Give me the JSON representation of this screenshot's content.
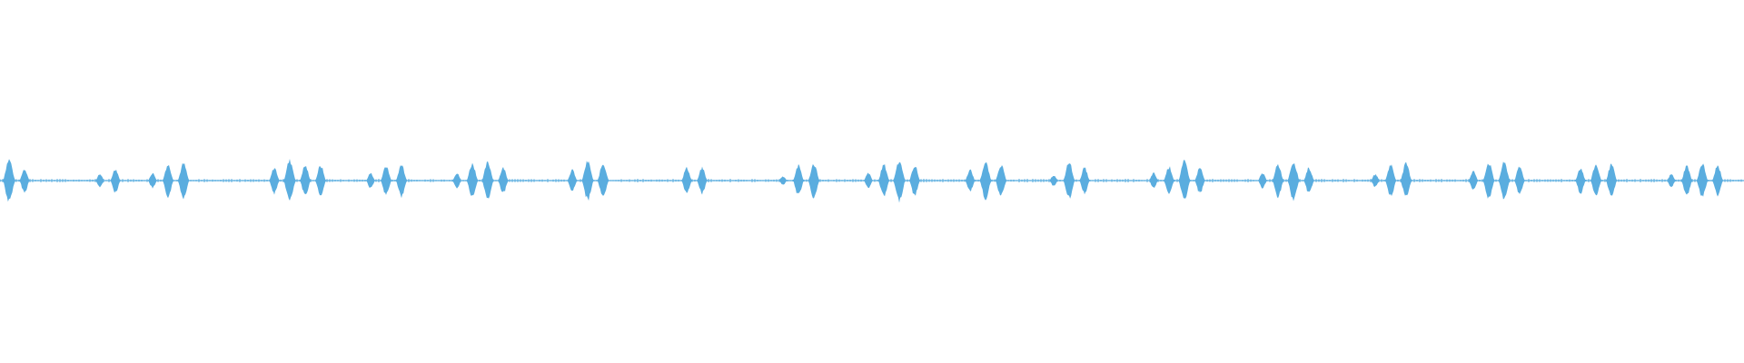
{
  "waveform": {
    "color": "#5aaddf",
    "background": "#ffffff",
    "burst_groups": [
      {
        "bursts": [
          {
            "amp": 1.0
          },
          {
            "amp": 0.55
          }
        ]
      },
      {
        "bursts": [
          {
            "amp": 0.3
          },
          {
            "amp": 0.55
          }
        ]
      },
      {
        "bursts": [
          {
            "amp": 0.35
          },
          {
            "amp": 0.75
          },
          {
            "amp": 0.8
          }
        ]
      },
      {
        "bursts": [
          {
            "amp": 0.6
          },
          {
            "amp": 0.95
          },
          {
            "amp": 0.7
          },
          {
            "amp": 0.7
          }
        ]
      },
      {
        "bursts": [
          {
            "amp": 0.35
          },
          {
            "amp": 0.7
          },
          {
            "amp": 0.75
          }
        ]
      },
      {
        "bursts": [
          {
            "amp": 0.35
          },
          {
            "amp": 0.8
          },
          {
            "amp": 0.85
          },
          {
            "amp": 0.6
          }
        ]
      },
      {
        "bursts": [
          {
            "amp": 0.5
          },
          {
            "amp": 0.9
          },
          {
            "amp": 0.8
          }
        ]
      },
      {
        "bursts": [
          {
            "amp": 0.6
          },
          {
            "amp": 0.6
          }
        ]
      },
      {
        "bursts": [
          {
            "amp": 0.2
          },
          {
            "amp": 0.7
          },
          {
            "amp": 0.8
          }
        ]
      },
      {
        "bursts": [
          {
            "amp": 0.35
          },
          {
            "amp": 0.75
          },
          {
            "amp": 0.95
          },
          {
            "amp": 0.7
          }
        ]
      },
      {
        "bursts": [
          {
            "amp": 0.5
          },
          {
            "amp": 0.85
          },
          {
            "amp": 0.75
          }
        ]
      },
      {
        "bursts": [
          {
            "amp": 0.25
          },
          {
            "amp": 0.85
          },
          {
            "amp": 0.6
          }
        ]
      },
      {
        "bursts": [
          {
            "amp": 0.35
          },
          {
            "amp": 0.65
          },
          {
            "amp": 0.9
          },
          {
            "amp": 0.6
          }
        ]
      },
      {
        "bursts": [
          {
            "amp": 0.35
          },
          {
            "amp": 0.75
          },
          {
            "amp": 0.9
          },
          {
            "amp": 0.6
          }
        ]
      },
      {
        "bursts": [
          {
            "amp": 0.3
          },
          {
            "amp": 0.75
          },
          {
            "amp": 0.8
          }
        ]
      },
      {
        "bursts": [
          {
            "amp": 0.45
          },
          {
            "amp": 0.85
          },
          {
            "amp": 0.85
          },
          {
            "amp": 0.65
          }
        ]
      },
      {
        "bursts": [
          {
            "amp": 0.6
          },
          {
            "amp": 0.75
          },
          {
            "amp": 0.75
          }
        ]
      },
      {
        "bursts": [
          {
            "amp": 0.3
          },
          {
            "amp": 0.7
          },
          {
            "amp": 0.8
          },
          {
            "amp": 0.7
          }
        ]
      }
    ]
  }
}
